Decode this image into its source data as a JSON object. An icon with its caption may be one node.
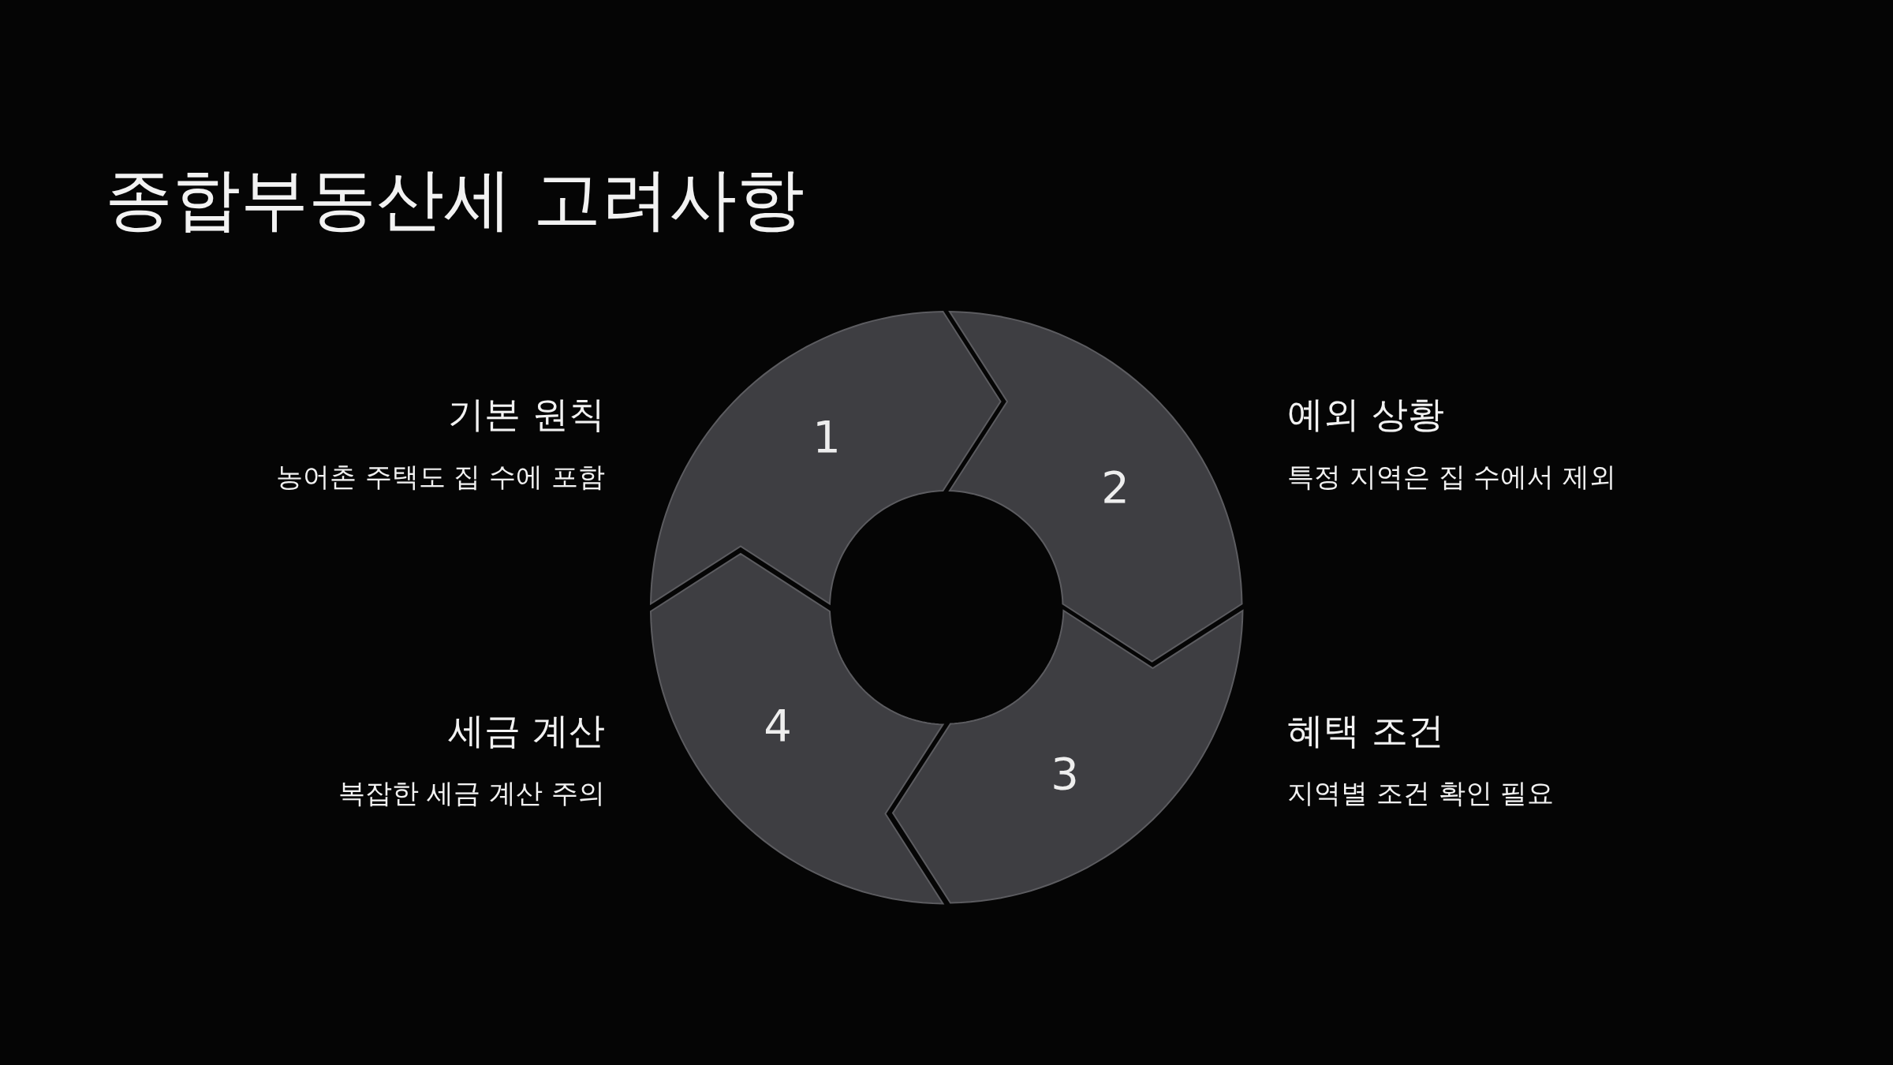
{
  "diagram": {
    "title": "종합부동산세 고려사항",
    "nodes": [
      {
        "text": [
          "1"
        ],
        "beside": [
          "기본 원칙",
          "농어촌 주택도 집 수에 포함"
        ]
      },
      {
        "text": [
          "2"
        ],
        "beside": [
          "예외 상황",
          "특정 지역은 집 수에서 제외"
        ]
      },
      {
        "text": [
          "3"
        ],
        "beside": [
          "혜택 조건",
          "지역별 조건 확인 필요"
        ]
      },
      {
        "text": [
          "4"
        ],
        "beside": [
          "세금 계산",
          "복잡한 세금 계산 주의"
        ]
      }
    ]
  }
}
